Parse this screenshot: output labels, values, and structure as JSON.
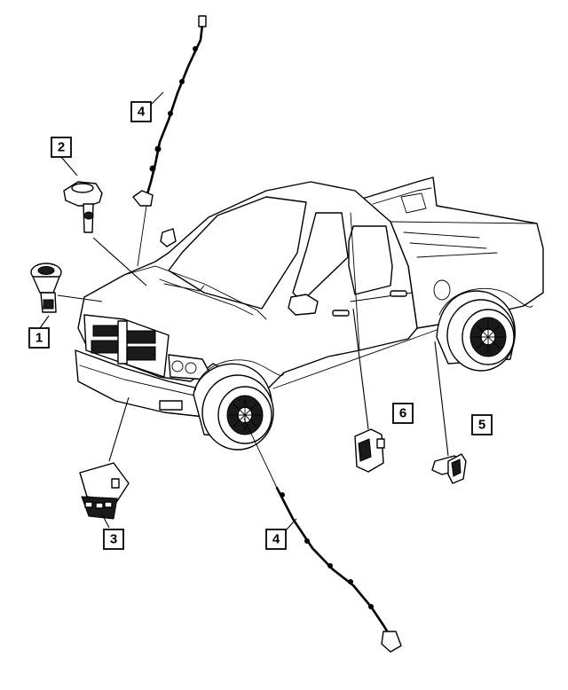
{
  "callouts": [
    {
      "id": "1",
      "label": "1",
      "component": "hood-sensor-part"
    },
    {
      "id": "2",
      "label": "2",
      "component": "grille-sensor-part"
    },
    {
      "id": "3",
      "label": "3",
      "component": "control-module-part"
    },
    {
      "id": "4a",
      "label": "4",
      "component": "upper-harness-part"
    },
    {
      "id": "4b",
      "label": "4",
      "component": "lower-harness-part"
    },
    {
      "id": "5",
      "label": "5",
      "component": "rear-bracket-sensor-part"
    },
    {
      "id": "6",
      "label": "6",
      "component": "side-sensor-part"
    }
  ],
  "colors": {
    "line": "#000000",
    "background": "#ffffff",
    "fill": "#ffffff",
    "shade": "#1a1a1a"
  }
}
